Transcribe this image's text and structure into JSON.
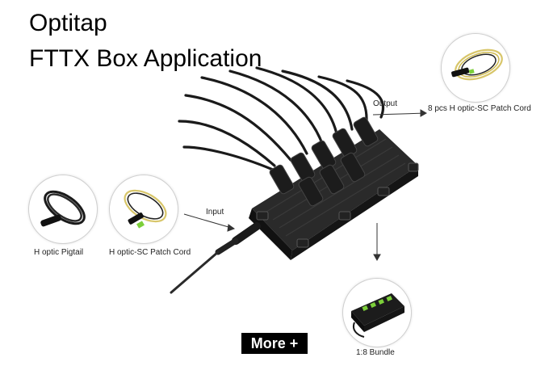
{
  "title": {
    "line1": "Optitap",
    "line2": "FTTX Box Application"
  },
  "labels": {
    "output": "Output",
    "output_item": "8 pcs H optic-SC Patch Cord",
    "input": "Input",
    "pigtail": "H optic Pigtail",
    "patch_cord": "H optic-SC Patch Cord",
    "bundle": "1:8 Bundle"
  },
  "more_button": {
    "label": "More +"
  },
  "colors": {
    "cable": "#1a1a1a",
    "box": "#222222",
    "connector_green": "#7ccf3a",
    "arrow": "#333333",
    "button_bg": "#000000",
    "button_text": "#ffffff"
  }
}
